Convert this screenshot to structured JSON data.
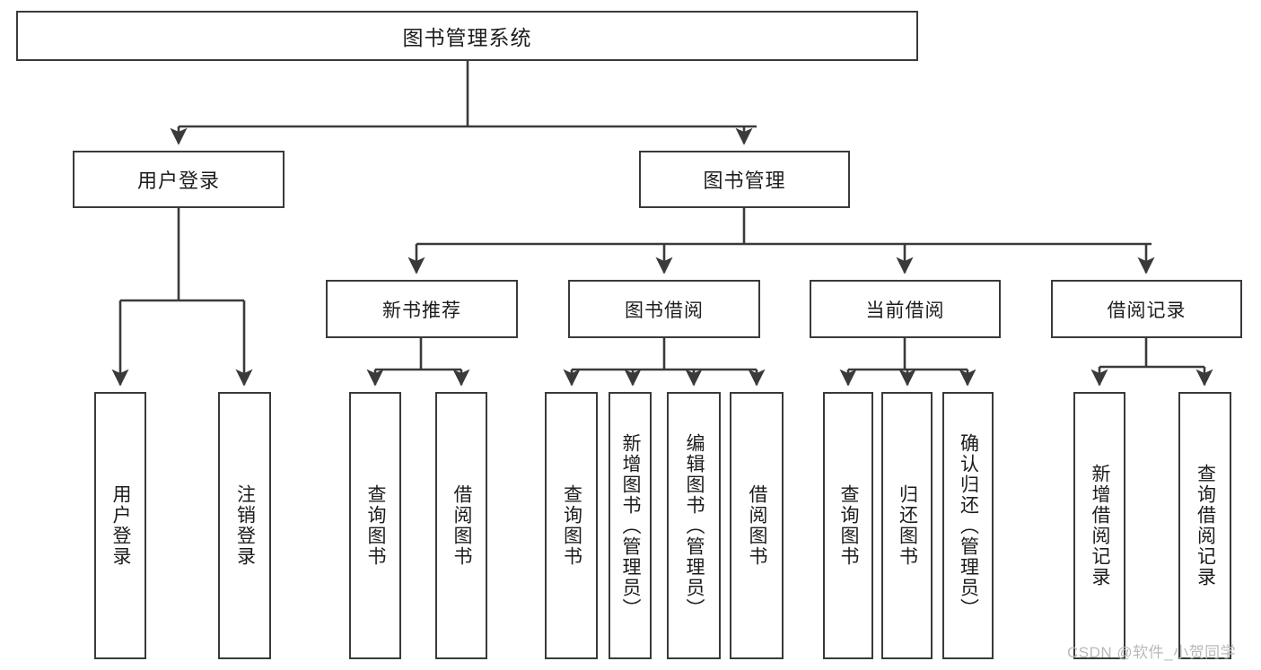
{
  "diagram": {
    "type": "tree-structure-chart",
    "title": "图书管理系统",
    "watermark": "CSDN @软件_小贺同学",
    "colors": {
      "stroke": "#3a3a3a",
      "background": "#ffffff",
      "text": "#1c1c1c",
      "watermark": "#b9b9b9"
    },
    "nodes": {
      "root": {
        "label": "图书管理系统"
      },
      "level2": [
        {
          "label": "用户登录"
        },
        {
          "label": "图书管理"
        }
      ],
      "level3": [
        {
          "label": "新书推荐"
        },
        {
          "label": "图书借阅"
        },
        {
          "label": "当前借阅"
        },
        {
          "label": "借阅记录"
        }
      ],
      "leaves_user_login": [
        {
          "label": "用户登录"
        },
        {
          "label": "注销登录"
        }
      ],
      "leaves_new_book": [
        {
          "label": "查询图书"
        },
        {
          "label": "借阅图书"
        }
      ],
      "leaves_borrow": [
        {
          "label": "查询图书"
        },
        {
          "label": "新增图书（管理员）"
        },
        {
          "label": "编辑图书（管理员）"
        },
        {
          "label": "借阅图书"
        }
      ],
      "leaves_current": [
        {
          "label": "查询图书"
        },
        {
          "label": "归还图书"
        },
        {
          "label": "确认归还（管理员）"
        }
      ],
      "leaves_records": [
        {
          "label": "新增借阅记录"
        },
        {
          "label": "查询借阅记录"
        }
      ]
    }
  }
}
